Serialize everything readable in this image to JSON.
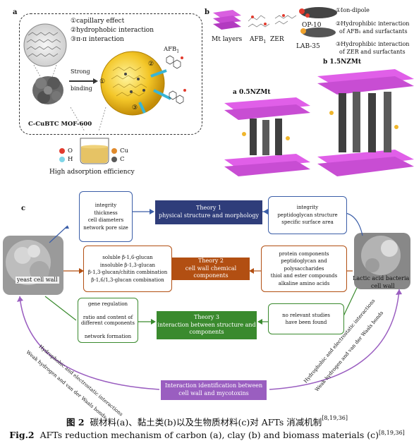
{
  "panel_a": {
    "letter": "a",
    "list": [
      "①capillary effect",
      "②hydrophobic interaction",
      "③π-π interaction"
    ],
    "binding": [
      "Strong",
      "binding"
    ],
    "afb": "AFB",
    "afb_sub": "1",
    "mof_label": "C-CuBTC MOF-600",
    "legend": [
      {
        "symbol": "O",
        "color": "#e23b2e"
      },
      {
        "symbol": "Cu",
        "color": "#e08a2c"
      },
      {
        "symbol": "H",
        "color": "#7fd6e8"
      },
      {
        "symbol": "C",
        "color": "#5a5a5a"
      }
    ],
    "efficiency": "High adsorption efficiency",
    "markers": [
      "①",
      "②",
      "③"
    ]
  },
  "panel_b": {
    "letter": "b",
    "molecules": {
      "mt": "Mt layers",
      "afb": "AFB",
      "afb_sub": "1",
      "zer": "ZER",
      "op": "OP-10",
      "lab": "LAB-35"
    },
    "mechanisms": [
      "①Ion-dipole",
      "②Hydrophibic interaction",
      "of AFB₁ and surfactants",
      "③Hydrophibic interaction",
      "of ZER and surfactants"
    ],
    "sub_a": "a 0.5NZMt",
    "sub_b": "b 1.5NZMt"
  },
  "panel_c": {
    "letter": "c",
    "yeast_label": "yeast cell wall",
    "lab_label": [
      "Lactic acid bacteria",
      "cell wall"
    ],
    "theory1": {
      "title": "Theory 1",
      "sub": "physical structure and morphology",
      "color": "#2f3d7a"
    },
    "theory2": {
      "title": "Theory 2",
      "sub": "cell wall chemical components",
      "color": "#b24f12"
    },
    "theory3": {
      "title": "Theory 3",
      "sub": "interaction between structure and",
      "sub2": "components",
      "color": "#3a8a2e"
    },
    "bottom": {
      "line1": "Interaction identification between",
      "line2": "cell wall and mycotoxins",
      "color": "#9a5ec0"
    },
    "left1": [
      "integrity",
      "thickness",
      "cell diameters",
      "network pore size"
    ],
    "right1": [
      "integrity",
      "peptidoglycan structure",
      "specific surface area"
    ],
    "left2": [
      "soluble β-1,6-glucan",
      "insoluble β-1,3-glucan",
      "β-1,3-glucan/chitin combination",
      "β-1,6/1,3-glucan combination"
    ],
    "right2": [
      "protein components",
      "peptidoglycan and polysaccharides",
      "thiol and ester compounds",
      "alkaline amino acids"
    ],
    "left3": [
      "gene regulation",
      "ratio and content of",
      "different components",
      "network formation"
    ],
    "right3": [
      "no relevant studies",
      "have been found"
    ],
    "arc_left": [
      "Hydrophobic and electrostatic interactions",
      "Weak hydrogen and van der Waals bonds"
    ],
    "arc_right": [
      "Hydrophobic and electrostatic interactions",
      "Weak hydrogen and van der Waals bonds"
    ]
  },
  "caption": {
    "cn_label": "图 2",
    "cn_text": "碳材料(a)、黏土类(b)以及生物质材料(c)对 AFTs 消减机制",
    "cn_ref": "[8,19,36]",
    "en_label": "Fig.2",
    "en_text": "AFTs reduction mechanism of carbon (a), clay (b) and biomass materials (c)",
    "en_ref": "[8,19,36]"
  }
}
